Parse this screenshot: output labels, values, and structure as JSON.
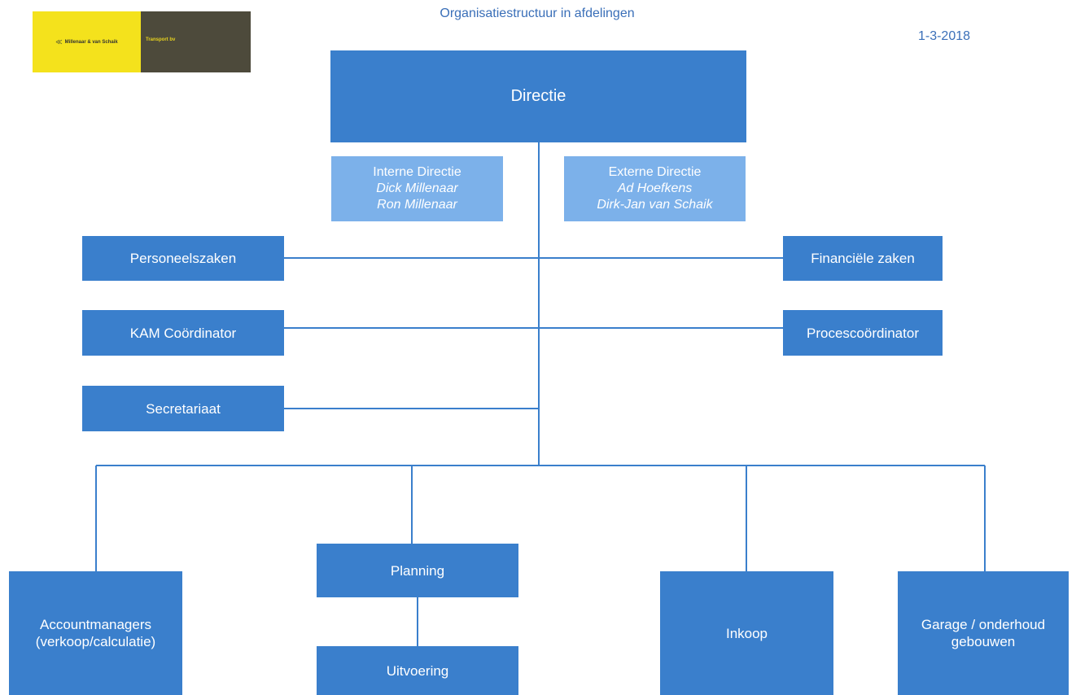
{
  "header": {
    "title": "Organisatiestructuur in afdelingen",
    "date": "1-3-2018"
  },
  "logo": {
    "left_text": "Millenaar & van Schaik",
    "right_text": "Transport bv"
  },
  "colors": {
    "box": "#3a7fcc",
    "box_light": "#7cb1ea",
    "line": "#3a7fcc",
    "title_text": "#3a6fb8"
  },
  "nodes": {
    "directie": "Directie",
    "interne_directie": {
      "title": "Interne Directie",
      "people": [
        "Dick Millenaar",
        "Ron Millenaar"
      ]
    },
    "externe_directie": {
      "title": "Externe Directie",
      "people": [
        "Ad Hoefkens",
        "Dirk-Jan van Schaik"
      ]
    },
    "personeelszaken": "Personeelszaken",
    "financiele_zaken": "Financiële zaken",
    "kam_coordinator": "KAM Coördinator",
    "procescoordinator": "Procescoördinator",
    "secretariaat": "Secretariaat",
    "accountmanagers": [
      "Accountmanagers",
      "(verkoop/calculatie)"
    ],
    "planning": "Planning",
    "uitvoering": "Uitvoering",
    "inkoop": "Inkoop",
    "garage": [
      "Garage / onderhoud",
      "gebouwen"
    ]
  }
}
